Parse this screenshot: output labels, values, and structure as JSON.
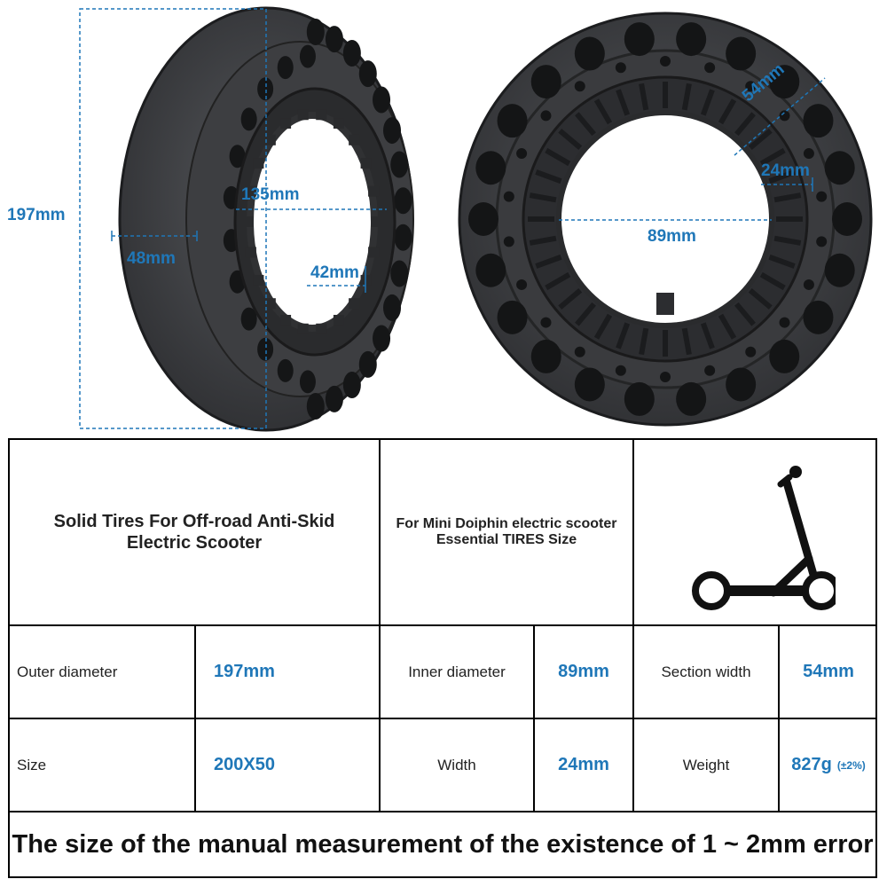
{
  "dimensions": {
    "height": "197mm",
    "tread_width": "48mm",
    "rim_diameter": "135mm",
    "hub_width": "42mm",
    "inner_diameter": "89mm",
    "section_width": "54mm",
    "width": "24mm"
  },
  "table": {
    "title_left": "Solid Tires For Off-road Anti-Skid Electric Scooter",
    "title_mid_line1": "For Mini Doiphin electric scooter",
    "title_mid_line2": "Essential TIRES Size",
    "rows": [
      [
        {
          "label": "Outer diameter",
          "value": "197mm"
        },
        {
          "label": "Inner diameter",
          "value": "89mm"
        },
        {
          "label": "Section width",
          "value": "54mm"
        }
      ],
      [
        {
          "label": "Size",
          "value": "200X50"
        },
        {
          "label": "Width",
          "value": "24mm"
        },
        {
          "label": "Weight",
          "value": "827g",
          "suffix": "(±2%)"
        }
      ]
    ],
    "note": "The size of the manual measurement of the existence of 1 ~ 2mm error"
  },
  "colors": {
    "accent": "#1f77b8",
    "tire": "#3a3b3e",
    "tire_dark": "#1c1d1f"
  },
  "icons": [
    "scooter-icon"
  ]
}
